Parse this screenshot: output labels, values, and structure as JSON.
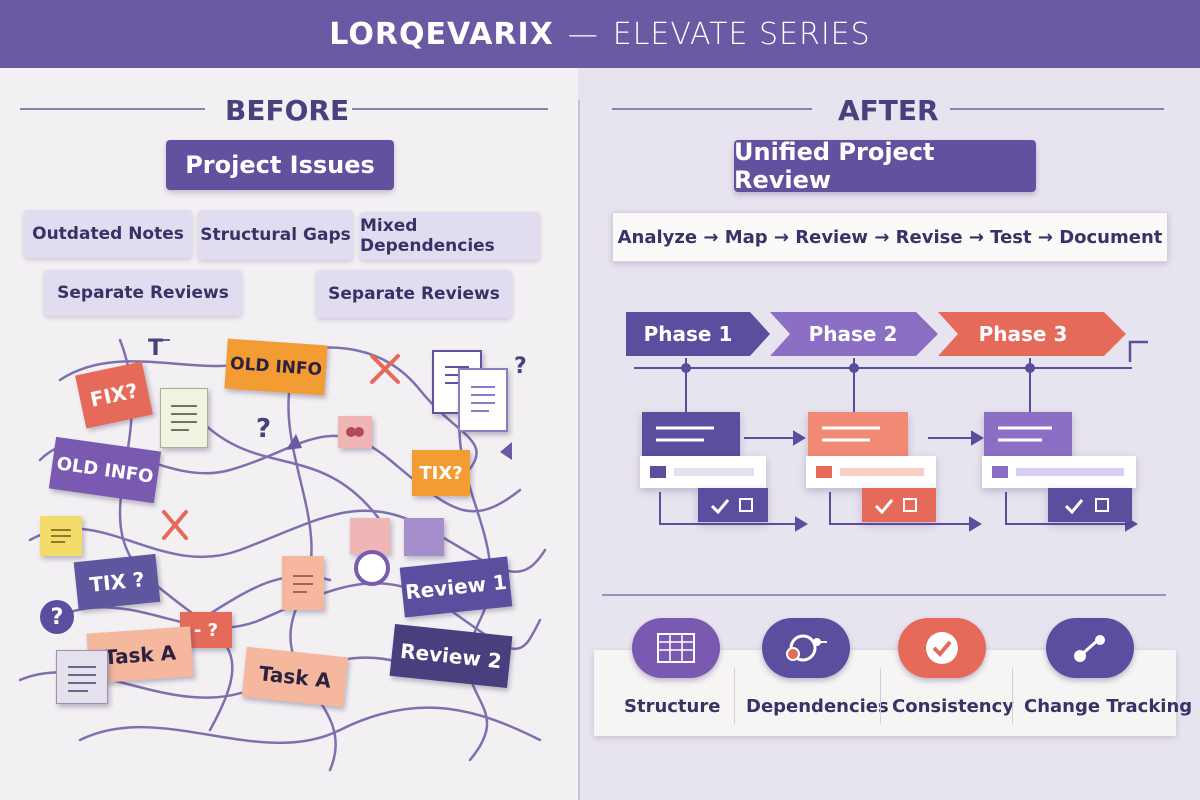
{
  "banner": {
    "brand": "LORQEVARIX",
    "separator": "—",
    "series": "ELEVATE SERIES"
  },
  "before": {
    "title": "BEFORE",
    "heading": "Project Issues",
    "chips": [
      "Outdated Notes",
      "Structural Gaps",
      "Mixed Dependencies",
      "Separate Reviews",
      "Separate Reviews"
    ],
    "notes": {
      "fix": "FIX?",
      "old_info_1": "OLD INFO",
      "old_info_2": "OLD INFO",
      "tix_1": "TIX?",
      "tix_2": "TIX ?",
      "review_1": "Review 1",
      "review_2": "Review 2",
      "task_a_1": "Task A",
      "task_a_2": "Task A",
      "dash_q": "- ?",
      "question": "?",
      "t_mark": "T"
    }
  },
  "after": {
    "title": "AFTER",
    "heading": "Unified Project Review",
    "flow": "Analyze → Map → Review → Revise →  Test → Document",
    "phases": [
      "Phase 1",
      "Phase 2",
      "Phase 3"
    ],
    "features": [
      {
        "label": "Structure",
        "icon": "grid-icon"
      },
      {
        "label": "Dependencies",
        "icon": "link-nodes-icon"
      },
      {
        "label": "Consistency",
        "icon": "checkmark-icon"
      },
      {
        "label": "Change Tracking",
        "icon": "branch-icon"
      }
    ]
  },
  "colors": {
    "purple": "#6351a0",
    "salmon": "#e56a5a",
    "orange": "#f39c34",
    "lavender": "#e1dcf0"
  }
}
